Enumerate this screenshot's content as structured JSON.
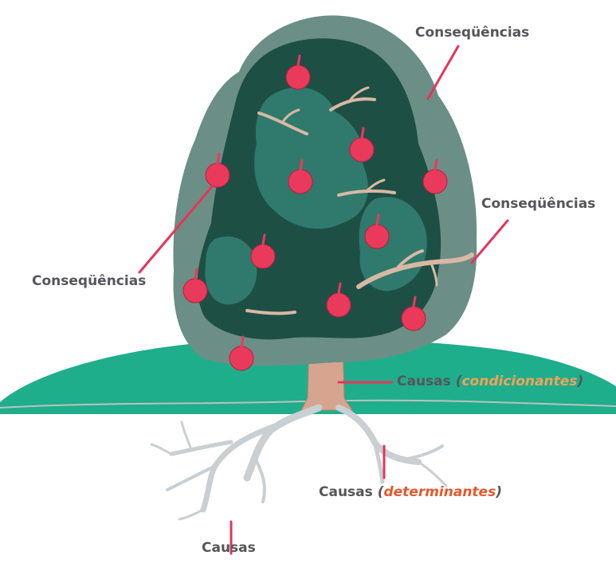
{
  "labels": {
    "top_right": "Conseqüências",
    "mid_right": "Conseqüências",
    "left": "Conseqüências",
    "trunk": {
      "word": "Causas",
      "open": "(",
      "term": "condicionantes",
      "close": ")"
    },
    "roots_right": {
      "word": "Causas",
      "open": "(",
      "term": "determinantes",
      "close": ")"
    },
    "roots_bottom": "Causas"
  },
  "colors": {
    "label_text": "#55565a",
    "trunk_term": "#f2a15a",
    "roots_term": "#e5582a",
    "pointer_line": "#e8335a",
    "canopy_light": "#6b8f86",
    "canopy_dark": "#1e4f45",
    "canopy_mid": "#2f7a6c",
    "grass": "#1fae8b",
    "trunk": "#d7a48f",
    "roots": "#c9cfd2",
    "fruit": "#e93a5c"
  }
}
